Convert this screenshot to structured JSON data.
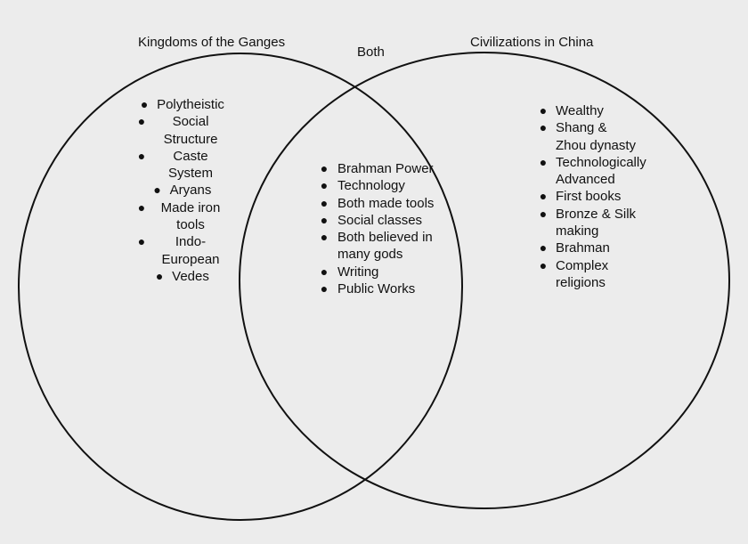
{
  "labels": {
    "left": "Kingdoms of the Ganges",
    "both": "Both",
    "right": "Civilizations in China"
  },
  "left_items": [
    "Polytheistic",
    "Social Structure",
    "Caste System",
    "Aryans",
    "Made iron tools",
    "Indo-European",
    "Vedes"
  ],
  "both_items": [
    "Brahman Power",
    "Technology",
    "Both made tools",
    "Social classes",
    "Both believed in many gods",
    "Writing",
    "Public Works"
  ],
  "right_items": [
    "Wealthy",
    "Shang & Zhou dynasty",
    "Technologically Advanced",
    "First books",
    "Bronze & Silk making",
    "Brahman",
    "Complex religions"
  ],
  "colors": {
    "background": "#ececec",
    "stroke": "#111111"
  }
}
